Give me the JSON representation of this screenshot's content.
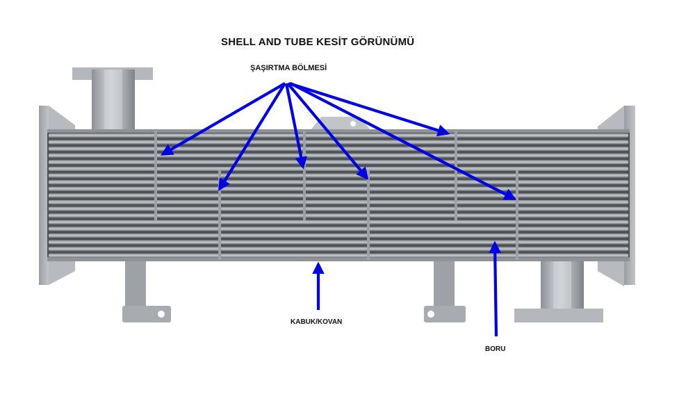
{
  "title": "SHELL AND TUBE KESİT GÖRÜNÜMÜ",
  "labels": {
    "baffle": "ŞAŞIRTMA BÖLMESİ",
    "shell": "KABUK/KOVAN",
    "tube": "BORU"
  },
  "colors": {
    "arrow": "#0000e6",
    "metal_dark": "#4e5256",
    "metal_light": "#a9adb1",
    "background": "#ffffff"
  }
}
